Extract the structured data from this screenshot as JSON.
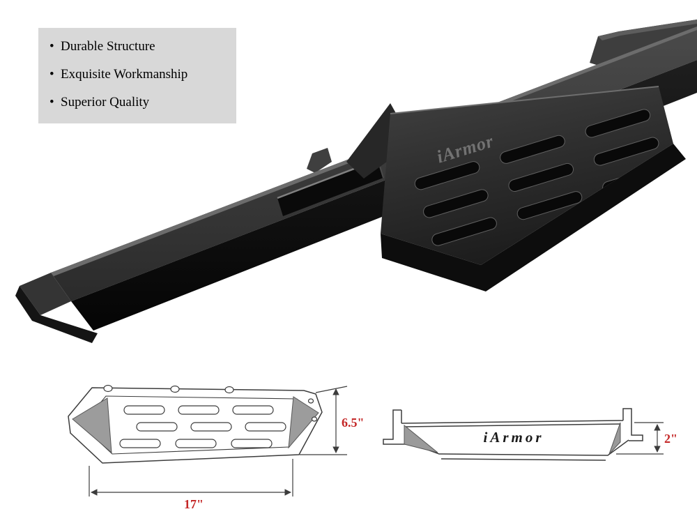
{
  "features": {
    "items": [
      {
        "label": "Durable Structure"
      },
      {
        "label": "Exquisite Workmanship"
      },
      {
        "label": "Superior Quality"
      }
    ]
  },
  "product": {
    "brand_text": "iArmor"
  },
  "diagrams": {
    "front_view": {
      "width_label": "17\"",
      "height_label": "6.5\""
    },
    "section_view": {
      "brand_text": "iArmor",
      "height_label": "2\""
    }
  },
  "colors": {
    "feature_panel_bg": "#d8d8d8",
    "dimension_label_red": "#c42727",
    "product_finish_black": "#1a1a1a"
  }
}
